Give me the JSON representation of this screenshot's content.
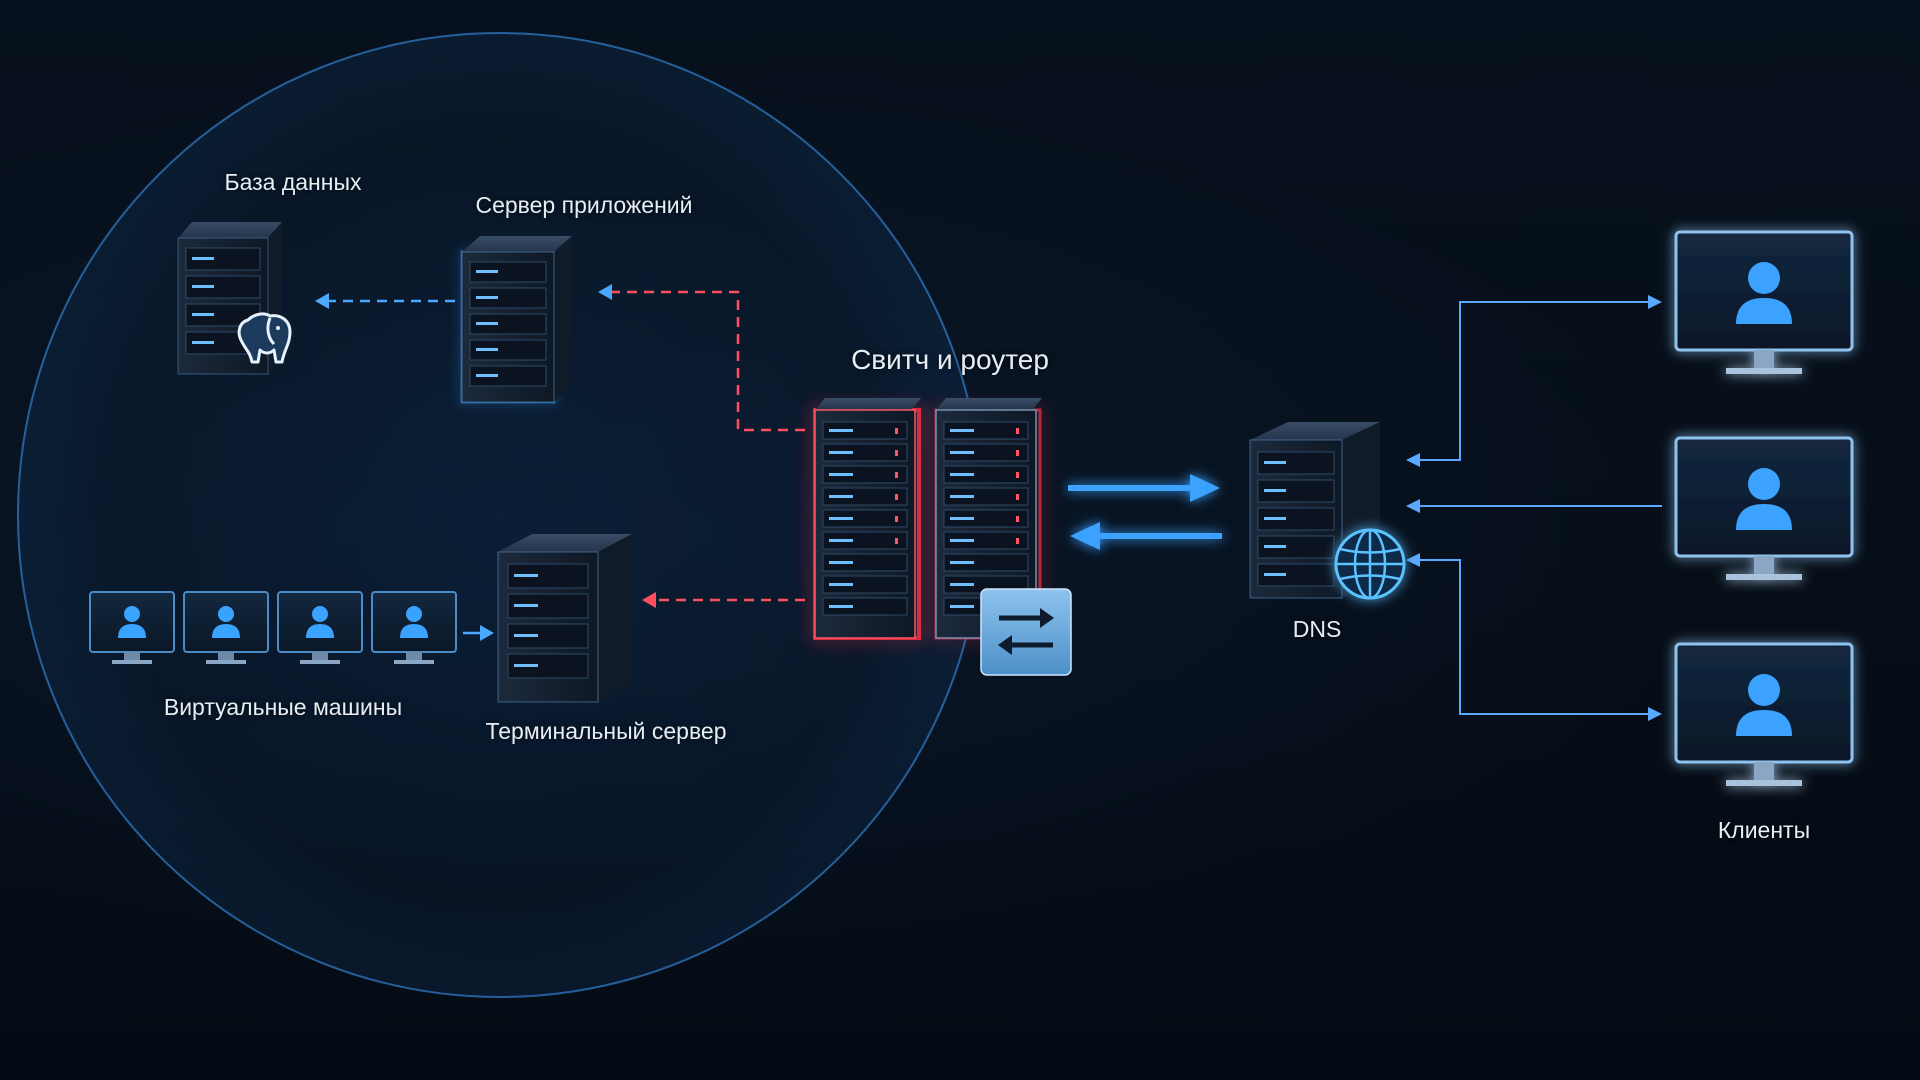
{
  "labels": {
    "database": "База данных",
    "app_server": "Сервер приложений",
    "switch_router": "Свитч и роутер",
    "vms": "Виртуальные машины",
    "terminal_server": "Терминальный сервер",
    "dns": "DNS",
    "clients": "Клиенты"
  },
  "icons": {
    "database_badge": "postgresql-elephant-icon",
    "dns_badge": "globe-icon",
    "switch_badge": "swap-arrows-icon",
    "user": "user-icon"
  },
  "colors": {
    "background": "#060d17",
    "accent_blue": "#3da8ff",
    "accent_red": "#ff4455",
    "text": "#e8eef6"
  }
}
